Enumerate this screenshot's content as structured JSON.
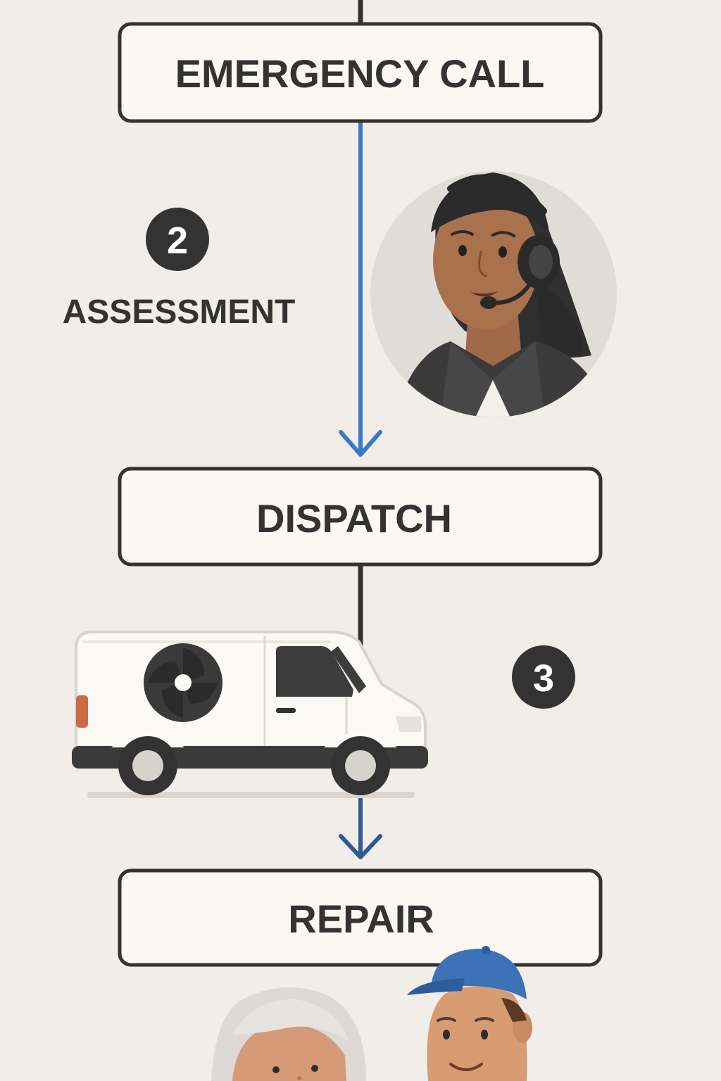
{
  "flow": {
    "steps": [
      {
        "label": "EMERGENCY CALL"
      },
      {
        "label": "DISPATCH"
      },
      {
        "label": "REPAIR"
      }
    ],
    "badges": [
      {
        "number": "2",
        "caption": "ASSESSMENT"
      },
      {
        "number": "3"
      }
    ]
  },
  "colors": {
    "background": "#f1ede8",
    "box_fill": "#fbf8f4",
    "box_stroke": "#333333",
    "connector_dark": "#333333",
    "arrow_blue": "#3a78c8",
    "arrow_dark_blue": "#2f5a92",
    "badge_fill": "#333333",
    "text": "#333333"
  },
  "illustrations": [
    "dispatcher-headset-icon",
    "service-van-icon",
    "elderly-woman-icon",
    "technician-cap-icon"
  ]
}
